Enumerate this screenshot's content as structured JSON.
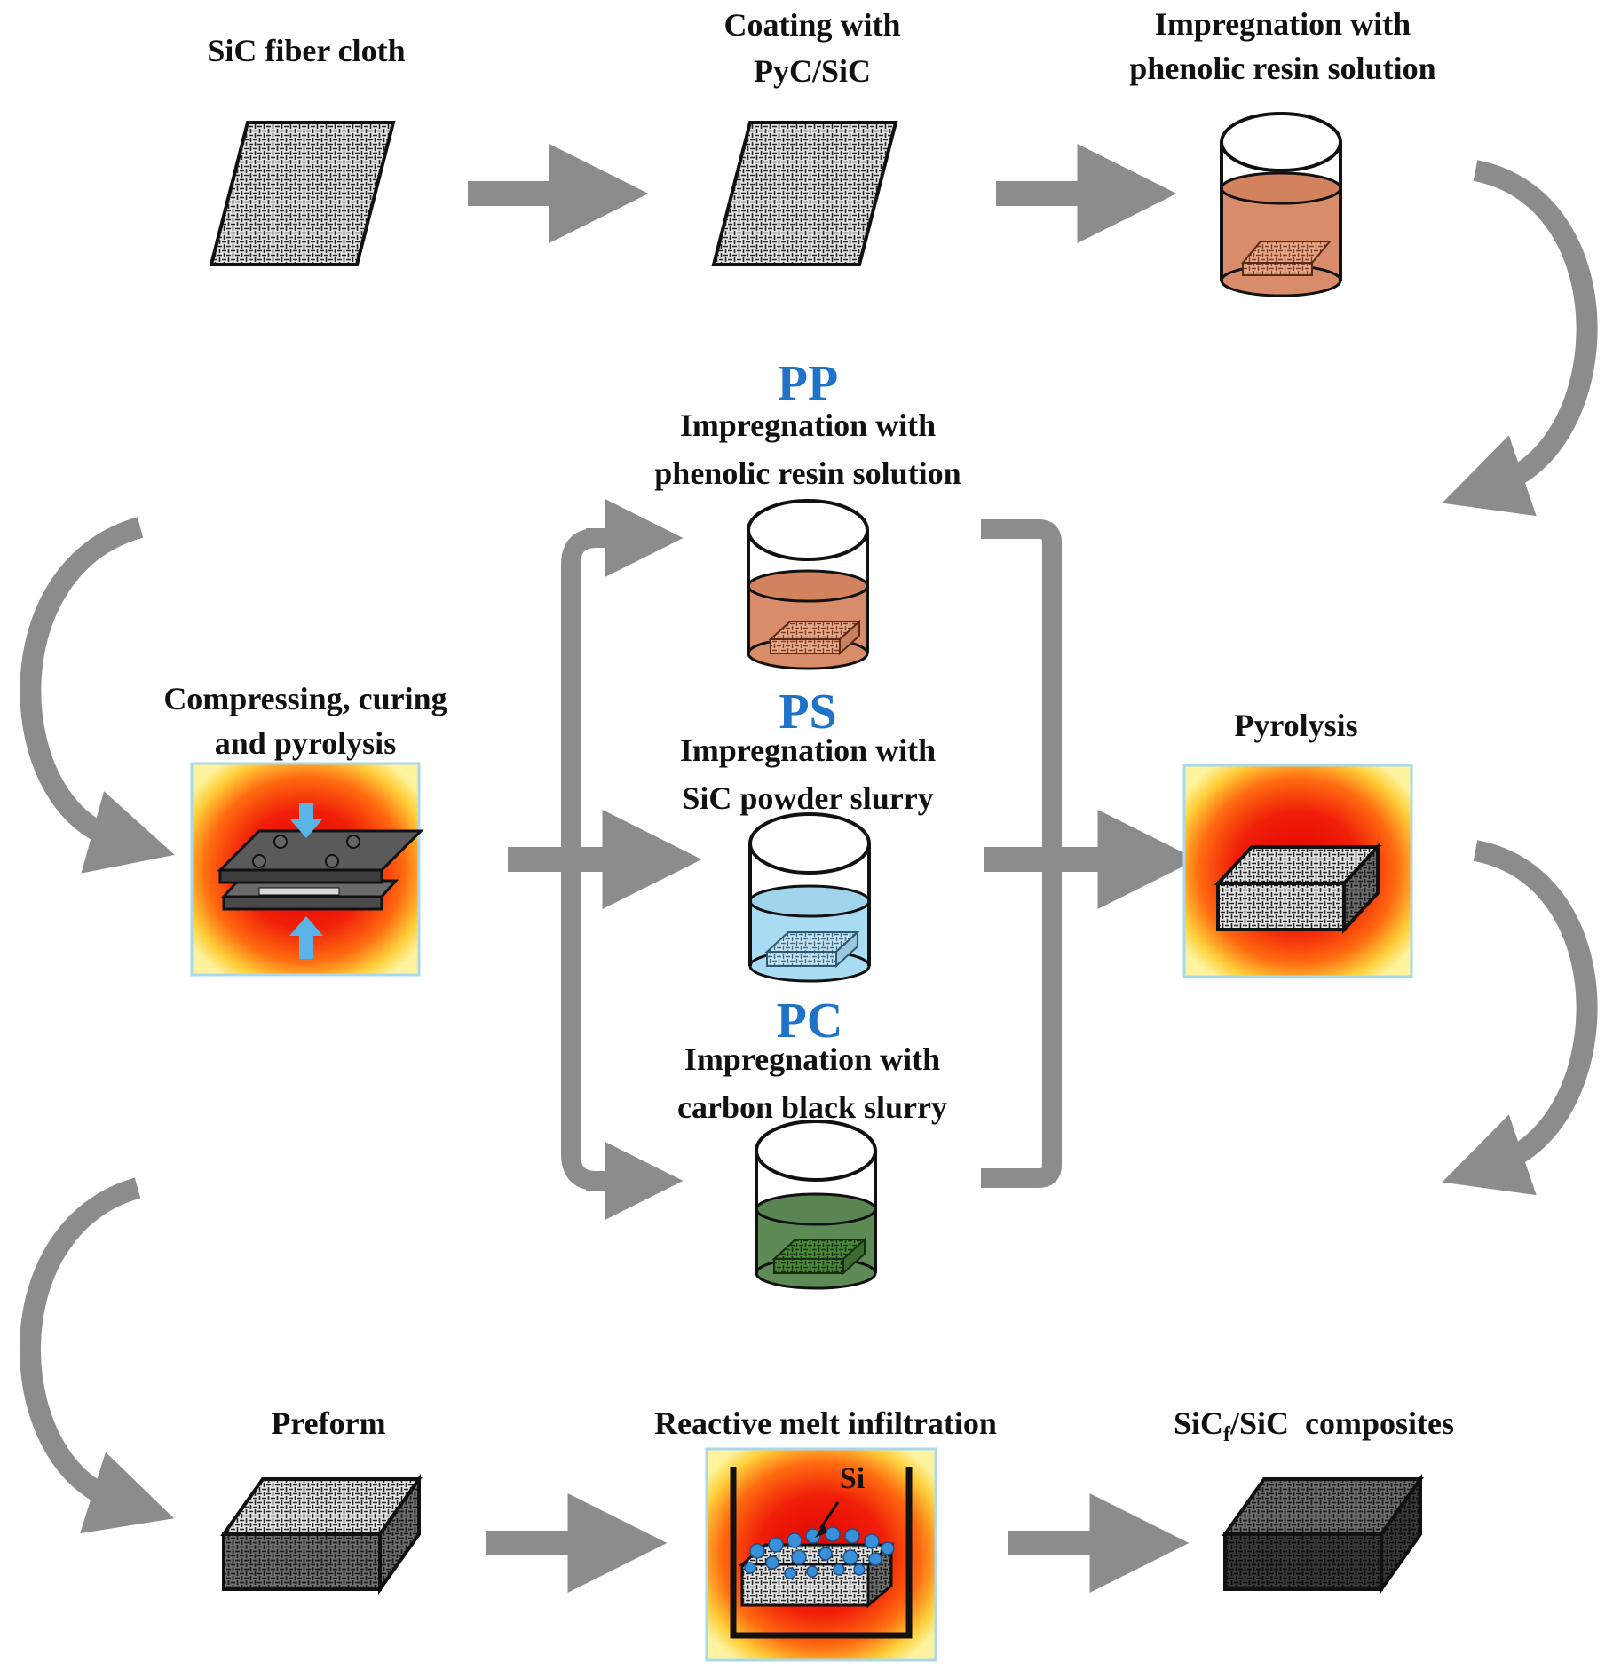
{
  "steps": {
    "fiber_cloth": "SiC fiber cloth",
    "coating": [
      "Coating with",
      "PyC/SiC"
    ],
    "impregnation_top": [
      "Impregnation with",
      "phenolic resin solution"
    ],
    "compressing": [
      "Compressing, curing",
      "and pyrolysis"
    ],
    "pyrolysis": "Pyrolysis",
    "preform": "Preform",
    "rmi": "Reactive melt infiltration",
    "composites": {
      "base": "SiC",
      "sub": "f",
      "rest": "/SiC  composites"
    }
  },
  "routes": [
    {
      "code": "PP",
      "lines": [
        "Impregnation  with",
        "phenolic  resin  solution"
      ]
    },
    {
      "code": "PS",
      "lines": [
        "Impregnation  with",
        "SiC powder  slurry"
      ]
    },
    {
      "code": "PC",
      "lines": [
        "Impregnation  with",
        "carbon  black  slurry"
      ]
    }
  ],
  "si_label": "Si",
  "colors": {
    "route_code": "#1e73c8",
    "arrow": "#8c8c8c",
    "resin": "#d98c6a",
    "sic_slurry": "#a9dcf2",
    "carbon_slurry": "#5e8a55",
    "furnace_hot": "#e8120a",
    "furnace_glow": "#ffd23c",
    "press_arrow": "#5ab4e8"
  }
}
